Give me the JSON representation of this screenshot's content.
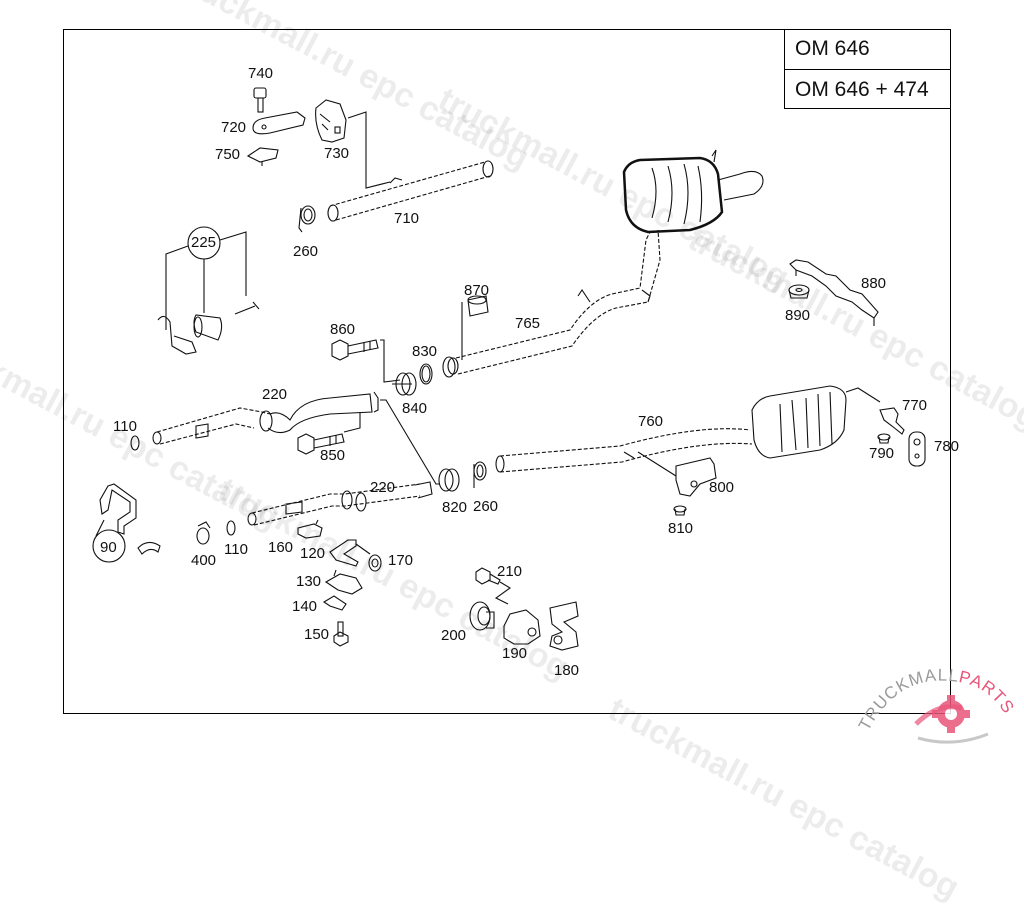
{
  "diagram": {
    "title": "Exhaust system parts diagram",
    "engine_variants": [
      "OM 646",
      "OM 646 + 474"
    ],
    "part_labels": [
      {
        "id": "740",
        "text": "740"
      },
      {
        "id": "720",
        "text": "720"
      },
      {
        "id": "750",
        "text": "750"
      },
      {
        "id": "730",
        "text": "730"
      },
      {
        "id": "710",
        "text": "710"
      },
      {
        "id": "260a",
        "text": "260"
      },
      {
        "id": "225",
        "text": "225",
        "circled": true
      },
      {
        "id": "870",
        "text": "870"
      },
      {
        "id": "860",
        "text": "860"
      },
      {
        "id": "830",
        "text": "830"
      },
      {
        "id": "765",
        "text": "765"
      },
      {
        "id": "840",
        "text": "840"
      },
      {
        "id": "220a",
        "text": "220"
      },
      {
        "id": "110a",
        "text": "110"
      },
      {
        "id": "850",
        "text": "850"
      },
      {
        "id": "220b",
        "text": "220"
      },
      {
        "id": "820",
        "text": "820"
      },
      {
        "id": "260b",
        "text": "260"
      },
      {
        "id": "90",
        "text": "90",
        "circled": true
      },
      {
        "id": "400",
        "text": "400"
      },
      {
        "id": "110b",
        "text": "110"
      },
      {
        "id": "160",
        "text": "160"
      },
      {
        "id": "120",
        "text": "120"
      },
      {
        "id": "170",
        "text": "170"
      },
      {
        "id": "130",
        "text": "130"
      },
      {
        "id": "140",
        "text": "140"
      },
      {
        "id": "150",
        "text": "150"
      },
      {
        "id": "210",
        "text": "210"
      },
      {
        "id": "200",
        "text": "200"
      },
      {
        "id": "190",
        "text": "190"
      },
      {
        "id": "180",
        "text": "180"
      },
      {
        "id": "880",
        "text": "880"
      },
      {
        "id": "890",
        "text": "890"
      },
      {
        "id": "760",
        "text": "760"
      },
      {
        "id": "770",
        "text": "770"
      },
      {
        "id": "790",
        "text": "790"
      },
      {
        "id": "780",
        "text": "780"
      },
      {
        "id": "800",
        "text": "800"
      },
      {
        "id": "810",
        "text": "810"
      }
    ]
  },
  "watermark": {
    "text": "truckmall.ru epc catalog",
    "brand_left": "TRUCKMALL",
    "brand_right": "PARTS",
    "brand_color": "#e8557a",
    "brand_gray": "#9a9a9a"
  }
}
